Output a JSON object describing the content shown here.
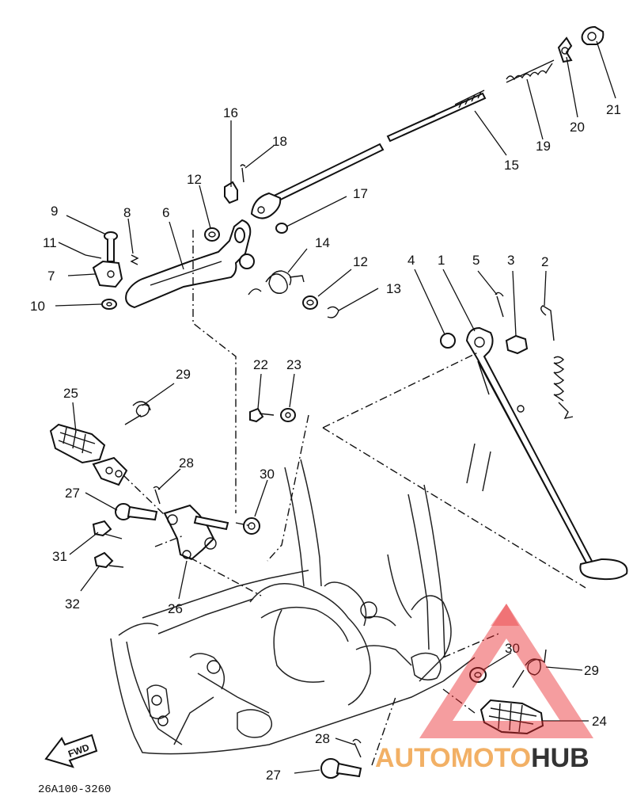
{
  "diagram": {
    "part_labels": [
      "1",
      "2",
      "3",
      "4",
      "5",
      "6",
      "7",
      "8",
      "9",
      "10",
      "11",
      "12",
      "12",
      "13",
      "14",
      "15",
      "16",
      "17",
      "18",
      "19",
      "20",
      "21",
      "22",
      "23",
      "24",
      "25",
      "26",
      "27",
      "27",
      "28",
      "28",
      "29",
      "29",
      "30",
      "30",
      "31",
      "32"
    ],
    "fwd_label": "FWD",
    "drawing_code": "26A100-3260",
    "watermark": {
      "word_colored": "AUTOMOTO",
      "word_dark": "HUB",
      "colors": {
        "orange": "#f0a24a",
        "red": "#e8262a",
        "dark": "#333333"
      }
    }
  }
}
